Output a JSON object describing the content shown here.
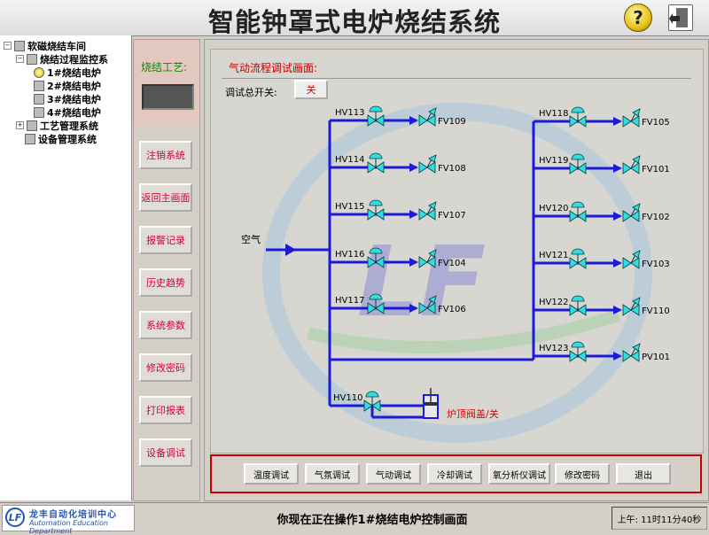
{
  "title": "智能钟罩式电炉烧结系统",
  "help_icon_glyph": "?",
  "tree": [
    {
      "label": "软磁烧结车间",
      "toggle": "−"
    },
    {
      "label": "烧结过程监控系",
      "toggle": "−"
    },
    {
      "label": "1#烧结电炉"
    },
    {
      "label": "2#烧结电炉"
    },
    {
      "label": "3#烧结电炉"
    },
    {
      "label": "4#烧结电炉"
    },
    {
      "label": "工艺管理系统",
      "toggle": "+"
    },
    {
      "label": "设备管理系统"
    }
  ],
  "process_label": "烧结工艺:",
  "nav_buttons": [
    "注销系统",
    "返回主画面",
    "报警记录",
    "历史趋势",
    "系统参数",
    "修改密码",
    "打印报表",
    "设备调试"
  ],
  "panel": {
    "title": "气动流程调试画面:",
    "master_switch_label": "调试总开关:",
    "master_switch_state": "关"
  },
  "diagram": {
    "air_label": "空气",
    "left_valves": [
      {
        "hv": "HV113",
        "fv": "FV109"
      },
      {
        "hv": "HV114",
        "fv": "FV108"
      },
      {
        "hv": "HV115",
        "fv": "FV107"
      },
      {
        "hv": "HV116",
        "fv": "FV104"
      },
      {
        "hv": "HV117",
        "fv": "FV106"
      }
    ],
    "right_valves": [
      {
        "hv": "HV118",
        "fv": "FV105"
      },
      {
        "hv": "HV119",
        "fv": "FV101"
      },
      {
        "hv": "HV120",
        "fv": "FV102"
      },
      {
        "hv": "HV121",
        "fv": "FV103"
      },
      {
        "hv": "HV122",
        "fv": "FV110"
      },
      {
        "hv": "HV123",
        "fv": "PV101"
      }
    ],
    "lid_valve": "HV110",
    "lid_label": "炉顶阀盖/关",
    "watermark": "LF",
    "colors": {
      "pipe": "#1a1ad8",
      "valve": "#33dddd",
      "text_red": "#e00000"
    }
  },
  "bottom_buttons": [
    "温度调试",
    "气氛调试",
    "气动调试",
    "冷却调试",
    "氧分析仪调试",
    "修改密码",
    "退出"
  ],
  "logo": {
    "mark": "LF",
    "cn": "龙丰自动化培训中心",
    "en": "Automation Education Department"
  },
  "status_message": "你现在正在操作1#烧结电炉控制画面",
  "clock": "上午: 11时11分40秒"
}
